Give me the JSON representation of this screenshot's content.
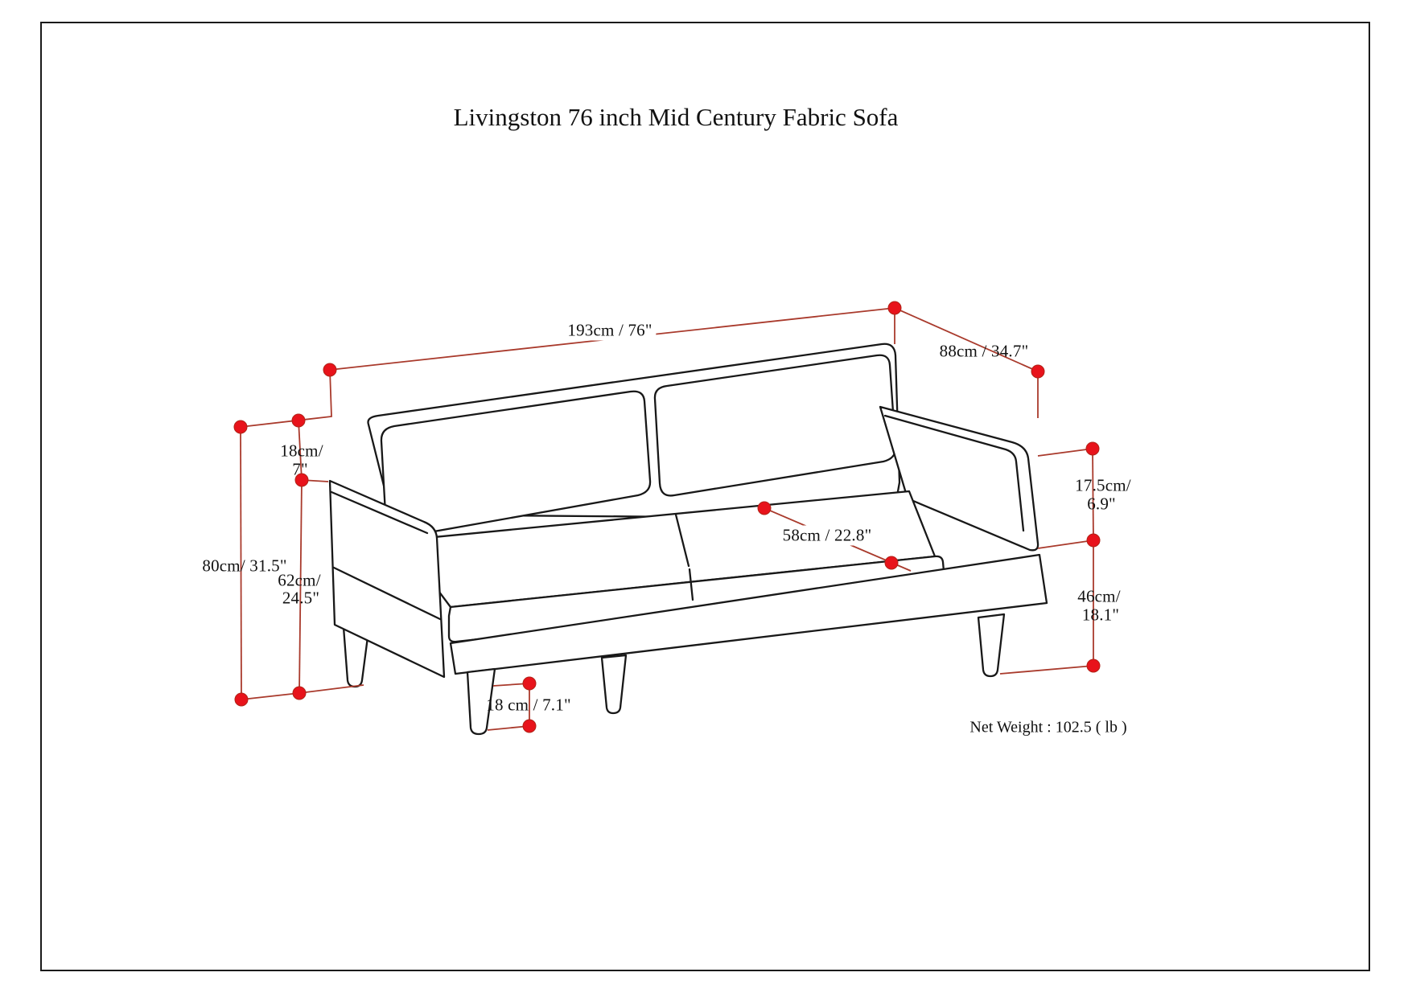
{
  "page": {
    "title": "Livingston 76 inch Mid Century Fabric Sofa",
    "net_weight": "Net Weight : 102.5 ( lb )"
  },
  "dimensions": {
    "overall_width": {
      "label": "193cm / 76\""
    },
    "overall_depth": {
      "label": "88cm / 34.7\""
    },
    "overall_height": {
      "label": "80cm/ 31.5\""
    },
    "back_cushion_above_arm": {
      "line1": "18cm/",
      "line2": "7\""
    },
    "arm_height": {
      "line1": "62cm/",
      "line2": "24.5\""
    },
    "seat_depth": {
      "label": "58cm / 22.8\""
    },
    "back_above_seat": {
      "line1": "17.5cm/",
      "line2": "6.9\""
    },
    "seat_height": {
      "line1": "46cm/",
      "line2": "18.1\""
    },
    "leg_height": {
      "label": "18 cm / 7.1\""
    }
  },
  "colors": {
    "dimension_dot": "#e8131b",
    "dimension_line": "#a93a2c",
    "drawing_ink": "#181818"
  }
}
